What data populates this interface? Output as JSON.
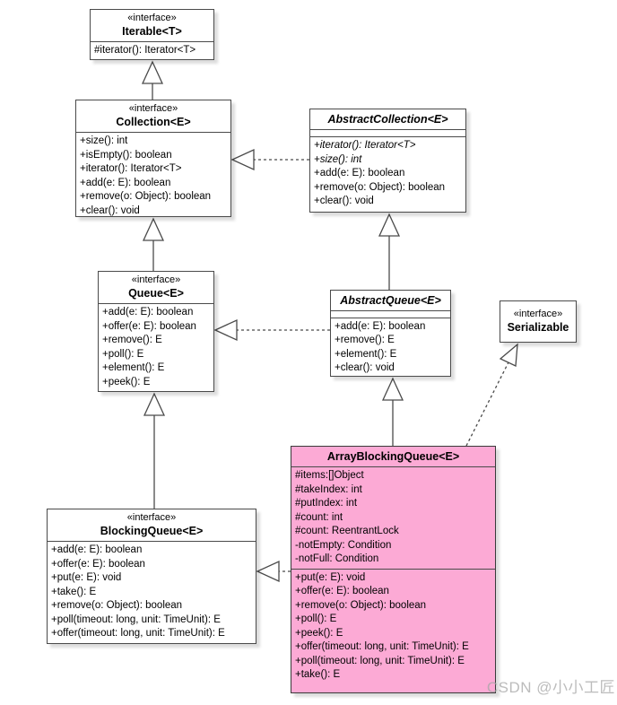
{
  "colors": {
    "border": "#4a4a4a",
    "box_fill": "#ffffff",
    "highlight_fill": "#fcaad5"
  },
  "watermark": "CSDN @小小工匠",
  "classes": {
    "iterable": {
      "stereotype": "«interface»",
      "name": "Iterable<T>",
      "methods": [
        {
          "text": "#iterator(): Iterator<T>",
          "italic": false
        }
      ]
    },
    "collection": {
      "stereotype": "«interface»",
      "name": "Collection<E>",
      "methods": [
        {
          "text": "+size(): int",
          "italic": false
        },
        {
          "text": "+isEmpty(): boolean",
          "italic": false
        },
        {
          "text": "+iterator(): Iterator<T>",
          "italic": false
        },
        {
          "text": "+add(e: E): boolean",
          "italic": false
        },
        {
          "text": "+remove(o: Object): boolean",
          "italic": false
        },
        {
          "text": "+clear(): void",
          "italic": false
        }
      ]
    },
    "abstract_collection": {
      "name": "AbstractCollection<E>",
      "methods": [
        {
          "text": "+iterator(): Iterator<T>",
          "italic": true
        },
        {
          "text": "+size(): int",
          "italic": true
        },
        {
          "text": "+add(e: E): boolean",
          "italic": false
        },
        {
          "text": "+remove(o: Object): boolean",
          "italic": false
        },
        {
          "text": "+clear(): void",
          "italic": false
        }
      ]
    },
    "queue": {
      "stereotype": "«interface»",
      "name": "Queue<E>",
      "methods": [
        {
          "text": "+add(e: E): boolean",
          "italic": false
        },
        {
          "text": "+offer(e: E): boolean",
          "italic": false
        },
        {
          "text": "+remove(): E",
          "italic": false
        },
        {
          "text": "+poll(): E",
          "italic": false
        },
        {
          "text": "+element(): E",
          "italic": false
        },
        {
          "text": "+peek(): E",
          "italic": false
        }
      ]
    },
    "abstract_queue": {
      "name": "AbstractQueue<E>",
      "methods": [
        {
          "text": "+add(e: E): boolean",
          "italic": false
        },
        {
          "text": "+remove(): E",
          "italic": false
        },
        {
          "text": "+element(): E",
          "italic": false
        },
        {
          "text": "+clear(): void",
          "italic": false
        }
      ]
    },
    "serializable": {
      "stereotype": "«interface»",
      "name": "Serializable"
    },
    "blocking_queue": {
      "stereotype": "«interface»",
      "name": "BlockingQueue<E>",
      "methods": [
        {
          "text": "+add(e: E): boolean",
          "italic": false
        },
        {
          "text": "+offer(e: E): boolean",
          "italic": false
        },
        {
          "text": "+put(e: E): void",
          "italic": false
        },
        {
          "text": "+take(): E",
          "italic": false
        },
        {
          "text": "+remove(o: Object): boolean",
          "italic": false
        },
        {
          "text": "+poll(timeout: long, unit: TimeUnit): E",
          "italic": false
        },
        {
          "text": "+offer(timeout: long, unit: TimeUnit): E",
          "italic": false
        }
      ]
    },
    "array_blocking_queue": {
      "name": "ArrayBlockingQueue<E>",
      "attributes": [
        {
          "text": "#items:[]Object",
          "italic": false
        },
        {
          "text": "#takeIndex: int",
          "italic": false
        },
        {
          "text": "#putIndex: int",
          "italic": false
        },
        {
          "text": "#count: int",
          "italic": false
        },
        {
          "text": "#count: ReentrantLock",
          "italic": false
        },
        {
          "text": "-notEmpty: Condition",
          "italic": false
        },
        {
          "text": "-notFull: Condition",
          "italic": false
        }
      ],
      "methods": [
        {
          "text": "+put(e: E): void",
          "italic": false
        },
        {
          "text": "+offer(e: E): boolean",
          "italic": false
        },
        {
          "text": "+remove(o: Object): boolean",
          "italic": false
        },
        {
          "text": "+poll(): E",
          "italic": false
        },
        {
          "text": "+peek(): E",
          "italic": false
        },
        {
          "text": "+offer(timeout: long, unit: TimeUnit): E",
          "italic": false
        },
        {
          "text": "+poll(timeout: long, unit: TimeUnit): E",
          "italic": false
        },
        {
          "text": "+take(): E",
          "italic": false
        }
      ]
    }
  },
  "relationships": [
    {
      "from": "Collection<E>",
      "to": "Iterable<T>",
      "type": "generalization"
    },
    {
      "from": "Queue<E>",
      "to": "Collection<E>",
      "type": "generalization"
    },
    {
      "from": "BlockingQueue<E>",
      "to": "Queue<E>",
      "type": "generalization"
    },
    {
      "from": "AbstractCollection<E>",
      "to": "Collection<E>",
      "type": "realization"
    },
    {
      "from": "AbstractQueue<E>",
      "to": "AbstractCollection<E>",
      "type": "generalization"
    },
    {
      "from": "AbstractQueue<E>",
      "to": "Queue<E>",
      "type": "realization"
    },
    {
      "from": "ArrayBlockingQueue<E>",
      "to": "AbstractQueue<E>",
      "type": "generalization"
    },
    {
      "from": "ArrayBlockingQueue<E>",
      "to": "BlockingQueue<E>",
      "type": "realization"
    },
    {
      "from": "ArrayBlockingQueue<E>",
      "to": "Serializable",
      "type": "realization"
    }
  ]
}
